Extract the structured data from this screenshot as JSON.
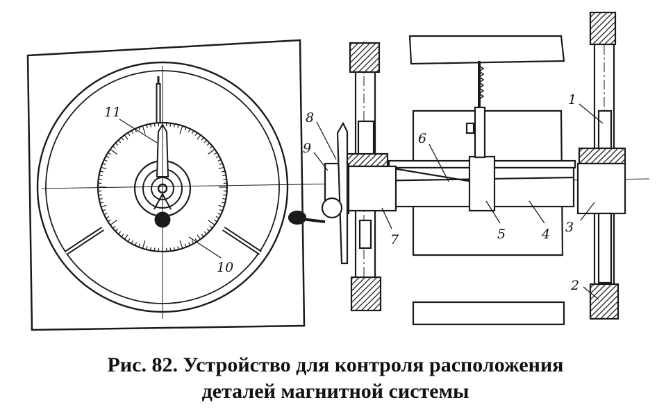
{
  "figure": {
    "caption_line1": "Рис. 82. Устройство для контроля расположения",
    "caption_line2": "деталей магнитной системы",
    "labels": {
      "l1": "1",
      "l2": "2",
      "l3": "3",
      "l4": "4",
      "l5": "5",
      "l6": "6",
      "l7": "7",
      "l8": "8",
      "l9": "9",
      "l10": "10",
      "l11": "11"
    },
    "ink_color": "#1a1a1a"
  }
}
